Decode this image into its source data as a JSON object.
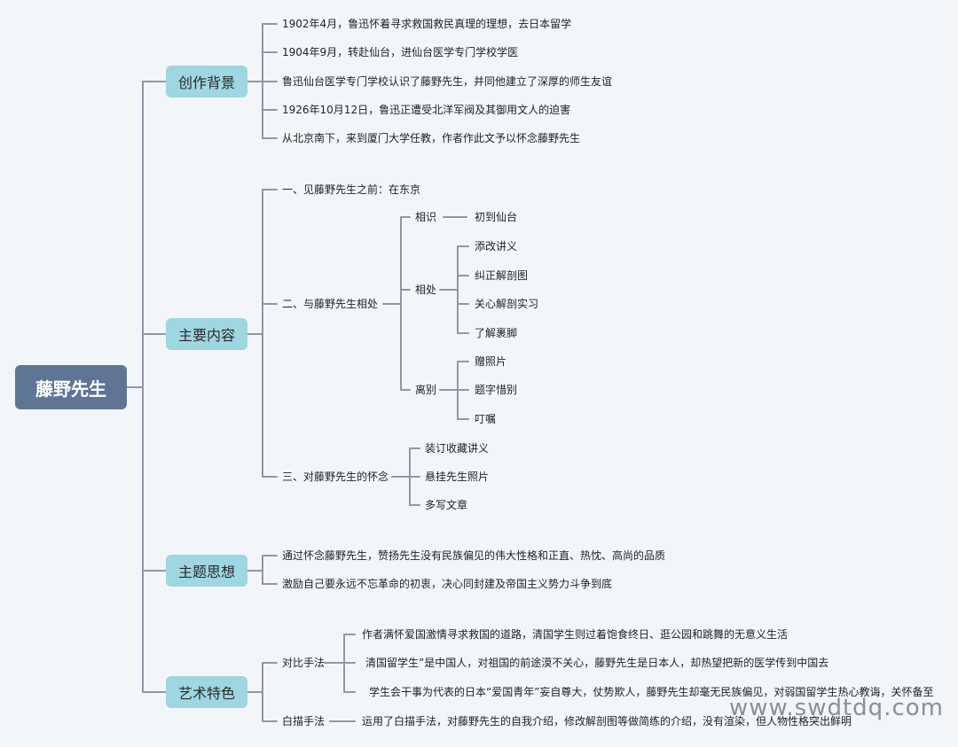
{
  "root": "藤野先生",
  "background": {
    "label": "创作背景",
    "items": [
      "1902年4月，鲁迅怀着寻求救国救民真理的理想，去日本留学",
      "1904年9月，转赴仙台，进仙台医学专门学校学医",
      "鲁迅仙台医学专门学校认识了藤野先生，并同他建立了深厚的师生友谊",
      "1926年10月12日，鲁迅正遭受北洋军阀及其御用文人的迫害",
      "从北京南下，来到厦门大学任教，作者作此文予以怀念藤野先生"
    ]
  },
  "content": {
    "label": "主要内容",
    "part1": "一、见藤野先生之前：在东京",
    "part2": {
      "label": "二、与藤野先生相处",
      "meet": {
        "label": "相识",
        "child": "初到仙台"
      },
      "together": {
        "label": "相处",
        "items": [
          "添改讲义",
          "纠正解剖图",
          "关心解剖实习",
          "了解裹脚"
        ]
      },
      "parting": {
        "label": "离别",
        "items": [
          "赠照片",
          "题字惜别",
          "叮嘱"
        ]
      }
    },
    "part3": {
      "label": "三、对藤野先生的怀念",
      "items": [
        "装订收藏讲义",
        "悬挂先生照片",
        "多写文章"
      ]
    }
  },
  "theme": {
    "label": "主题思想",
    "items": [
      "通过怀念藤野先生，赞扬先生没有民族偏见的伟大性格和正直、热忱、高尚的品质",
      "激励自己要永远不忘革命的初衷，决心同封建及帝国主义势力斗争到底"
    ]
  },
  "art": {
    "label": "艺术特色",
    "contrast": {
      "label": "对比手法",
      "items": [
        "作者满怀爱国激情寻求救国的道路，清国学生则过着饱食终日、逛公园和跳舞的无意义生活",
        "清国留学生”是中国人，对祖国的前途漠不关心，藤野先生是日本人，却热望把新的医学传到中国去",
        "学生会干事为代表的日本“爱国青年”妄自尊大，仗势欺人，藤野先生却毫无民族偏见，对弱国留学生热心教诲，关怀备至"
      ]
    },
    "sketch": {
      "label": "白描手法",
      "item": "运用了白描手法，对藤野先生的自我介绍，修改解剖图等做简练的介绍，没有渲染，但人物性格突出鲜明"
    }
  },
  "watermark": "www.swdtdq.com",
  "colors": {
    "root": "#5f7596",
    "branch": "#9ed6e2",
    "line": "#8e99a6",
    "background": "#f3f6f9"
  }
}
